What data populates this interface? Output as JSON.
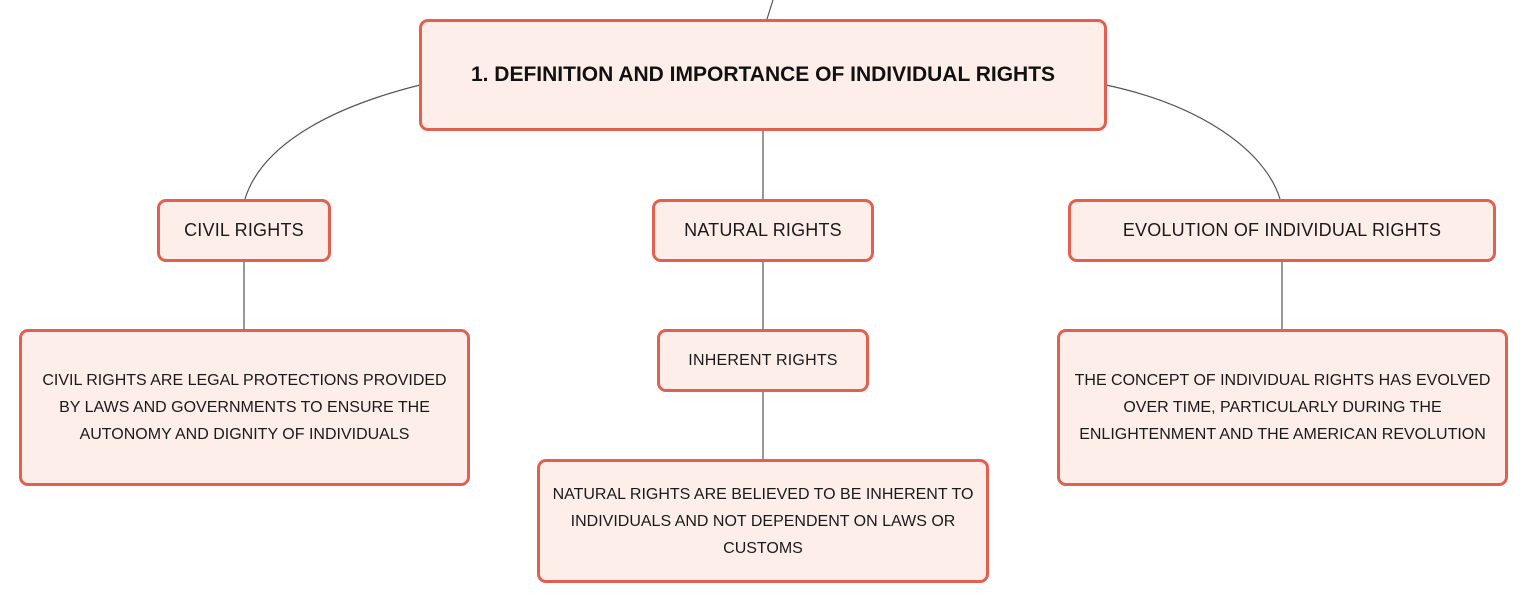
{
  "mindmap": {
    "root": {
      "label": "1. DEFINITION AND IMPORTANCE OF INDIVIDUAL RIGHTS"
    },
    "civil_rights": {
      "label": "CIVIL RIGHTS",
      "description": "CIVIL RIGHTS ARE LEGAL PROTECTIONS PROVIDED BY LAWS AND GOVERNMENTS TO ENSURE THE AUTONOMY AND DIGNITY OF INDIVIDUALS"
    },
    "natural_rights": {
      "label": "NATURAL RIGHTS",
      "inherent_rights": {
        "label": "INHERENT RIGHTS",
        "description": "NATURAL RIGHTS ARE BELIEVED TO BE INHERENT TO INDIVIDUALS AND NOT DEPENDENT ON LAWS OR CUSTOMS"
      }
    },
    "evolution": {
      "label": "EVOLUTION OF INDIVIDUAL RIGHTS",
      "description": "THE CONCEPT OF INDIVIDUAL RIGHTS HAS EVOLVED OVER TIME, PARTICULARLY DURING THE ENLIGHTENMENT AND THE AMERICAN REVOLUTION"
    }
  },
  "colors": {
    "node_border": "#e2604f",
    "node_fill": "#fdeee9",
    "connector": "#555555"
  }
}
